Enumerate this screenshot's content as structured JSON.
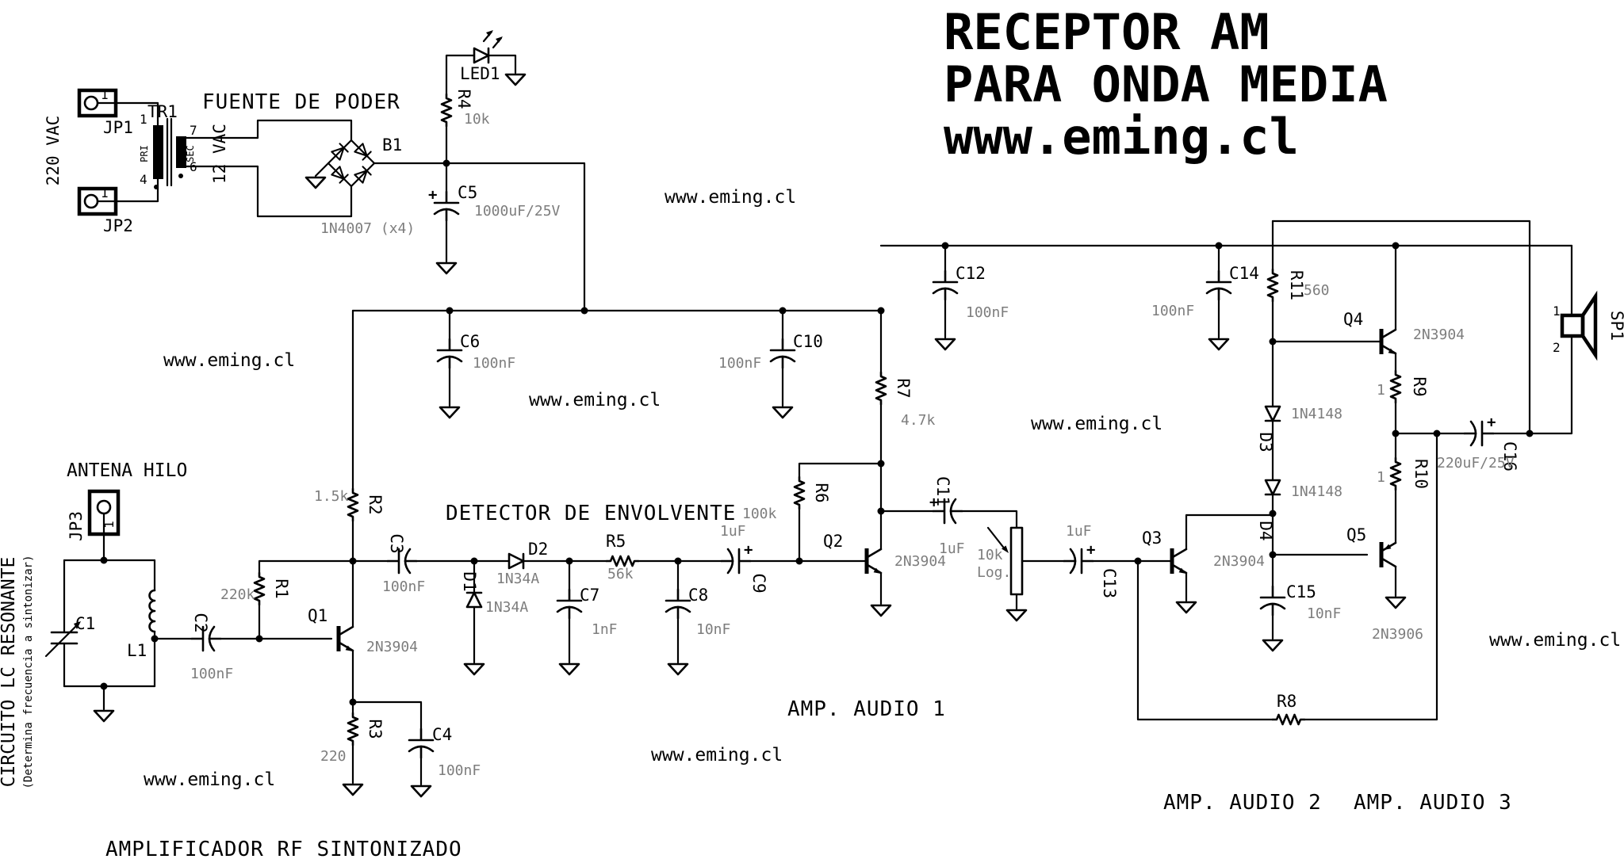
{
  "title": {
    "line1": "RECEPTOR AM",
    "line2": "PARA ONDA MEDIA",
    "line3": "www.eming.cl"
  },
  "watermark": "www.eming.cl",
  "polarity": "+",
  "sections": {
    "power_supply": "FUENTE DE PODER",
    "antenna": "ANTENA HILO",
    "lc_title": "CIRCUITO LC RESONANTE",
    "lc_subtitle": "(Determina frecuencia a sintonizar)",
    "rf_amp": "AMPLIFICADOR RF SINTONIZADO",
    "detector": "DETECTOR DE ENVOLVENTE",
    "audio1": "AMP. AUDIO 1",
    "audio2": "AMP. AUDIO 2",
    "audio3": "AMP. AUDIO 3"
  },
  "connectors": {
    "jp1": {
      "ref": "JP1",
      "pin": "1",
      "voltage": "220 VAC"
    },
    "jp2": {
      "ref": "JP2",
      "pin": "1"
    },
    "jp3": {
      "ref": "JP3",
      "pin": "1"
    }
  },
  "transformer": {
    "ref": "TR1",
    "pin1": "1",
    "pin4": "4",
    "pin7": "7",
    "pin6": "6",
    "primary": "PRI",
    "secondary": "SEC",
    "secondary_voltage": "12 VAC"
  },
  "bridge": {
    "ref": "B1",
    "diodes": "1N4007 (x4)"
  },
  "led": {
    "ref": "LED1"
  },
  "resistors": {
    "r1": {
      "ref": "R1",
      "value": "220k"
    },
    "r2": {
      "ref": "R2",
      "value": "1.5k"
    },
    "r3": {
      "ref": "R3",
      "value": "220"
    },
    "r4": {
      "ref": "R4",
      "value": "10k"
    },
    "r5": {
      "ref": "R5",
      "value": "56k"
    },
    "r6": {
      "ref": "R6",
      "value": "100k"
    },
    "r7": {
      "ref": "R7",
      "value": "4.7k"
    },
    "r8": {
      "ref": "R8"
    },
    "r9": {
      "ref": "R9",
      "value": "1"
    },
    "r10": {
      "ref": "R10",
      "value": "1"
    },
    "r11": {
      "ref": "R11",
      "value": "560"
    }
  },
  "capacitors": {
    "c1": {
      "ref": "C1"
    },
    "c2": {
      "ref": "C2",
      "value": "100nF"
    },
    "c3": {
      "ref": "C3",
      "value": "100nF"
    },
    "c4": {
      "ref": "C4",
      "value": "100nF"
    },
    "c5": {
      "ref": "C5",
      "value": "1000uF/25V"
    },
    "c6": {
      "ref": "C6",
      "value": "100nF"
    },
    "c7": {
      "ref": "C7",
      "value": "1nF"
    },
    "c8": {
      "ref": "C8",
      "value": "10nF"
    },
    "c9": {
      "ref": "C9",
      "value": "1uF"
    },
    "c10": {
      "ref": "C10",
      "value": "100nF"
    },
    "c11": {
      "ref": "C11",
      "value": "1uF"
    },
    "c12": {
      "ref": "C12",
      "value": "100nF"
    },
    "c13": {
      "ref": "C13",
      "value": "1uF"
    },
    "c14": {
      "ref": "C14",
      "value": "100nF"
    },
    "c15": {
      "ref": "C15",
      "value": "10nF"
    },
    "c16": {
      "ref": "C16",
      "value": "220uF/25V"
    }
  },
  "diodes": {
    "d1": {
      "ref": "D1",
      "value": "1N34A"
    },
    "d2": {
      "ref": "D2",
      "value": "1N34A"
    },
    "d3": {
      "ref": "D3",
      "value": "1N4148"
    },
    "d4": {
      "ref": "D4",
      "value": "1N4148"
    }
  },
  "transistors": {
    "q1": {
      "ref": "Q1",
      "value": "2N3904"
    },
    "q2": {
      "ref": "Q2",
      "value": "2N3904"
    },
    "q3": {
      "ref": "Q3",
      "value": "2N3904"
    },
    "q4": {
      "ref": "Q4",
      "value": "2N3904"
    },
    "q5": {
      "ref": "Q5",
      "value": "2N3906"
    }
  },
  "potentiometer": {
    "value": "10k",
    "taper": "Log."
  },
  "inductor": {
    "ref": "L1"
  },
  "speaker": {
    "ref": "SP1",
    "pin1": "1",
    "pin2": "2"
  }
}
